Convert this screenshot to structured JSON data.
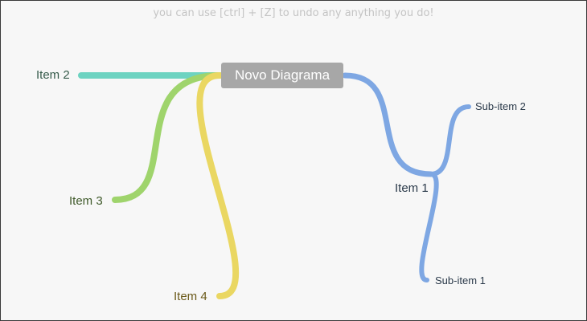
{
  "hint": "you can use [ctrl] + [Z] to undo any anything you do!",
  "root": {
    "label": "Novo Diagrama",
    "color": "#a7a7a7"
  },
  "branches": [
    {
      "label": "Item 2",
      "color": "#6dd3c1",
      "text_color": "#355a4a"
    },
    {
      "label": "Item 3",
      "color": "#9fd46c",
      "text_color": "#3f5a2a"
    },
    {
      "label": "Item 4",
      "color": "#ead762",
      "text_color": "#6b5a1a"
    },
    {
      "label": "Item 1",
      "color": "#7ea7e3",
      "text_color": "#2b3a4a",
      "children": [
        {
          "label": "Sub-item 2"
        },
        {
          "label": "Sub-item 1"
        }
      ]
    }
  ]
}
